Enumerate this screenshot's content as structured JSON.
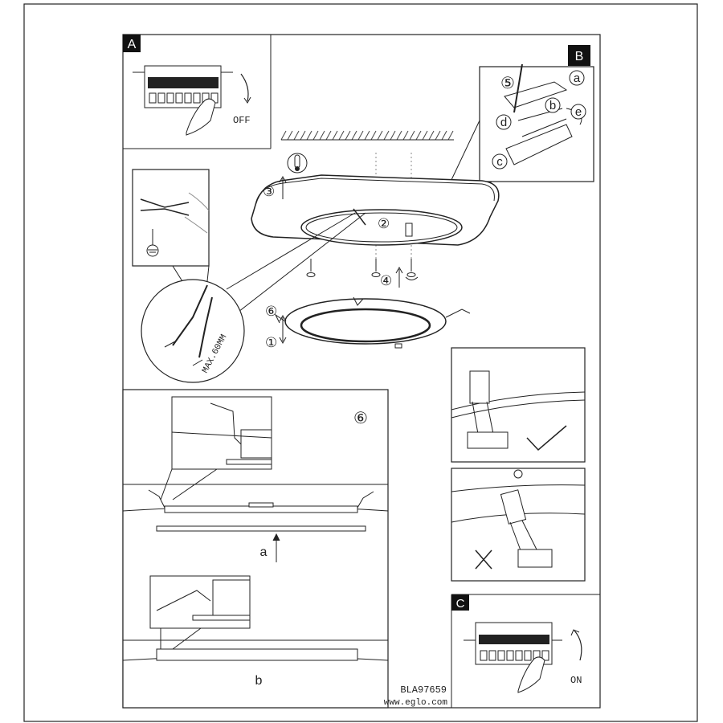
{
  "panels": {
    "A": {
      "letter": "A",
      "switch_state": "OFF"
    },
    "B": {
      "letter": "B"
    },
    "C": {
      "letter": "C",
      "switch_state": "ON"
    }
  },
  "steps": {
    "s1": "①",
    "s2": "②",
    "s3": "③",
    "s4": "④",
    "s5": "⑤",
    "s6": "⑥",
    "s6_panel": "⑥"
  },
  "wire_callouts": [
    "a",
    "b",
    "c",
    "d",
    "e"
  ],
  "strip_label": "MAX.60MM",
  "detail_labels": {
    "a": "a",
    "b": "b"
  },
  "check_icons": {
    "correct": "check-icon",
    "wrong": "cross-icon"
  },
  "footer": {
    "model": "BLA97659",
    "website": "www.eglo.com"
  }
}
